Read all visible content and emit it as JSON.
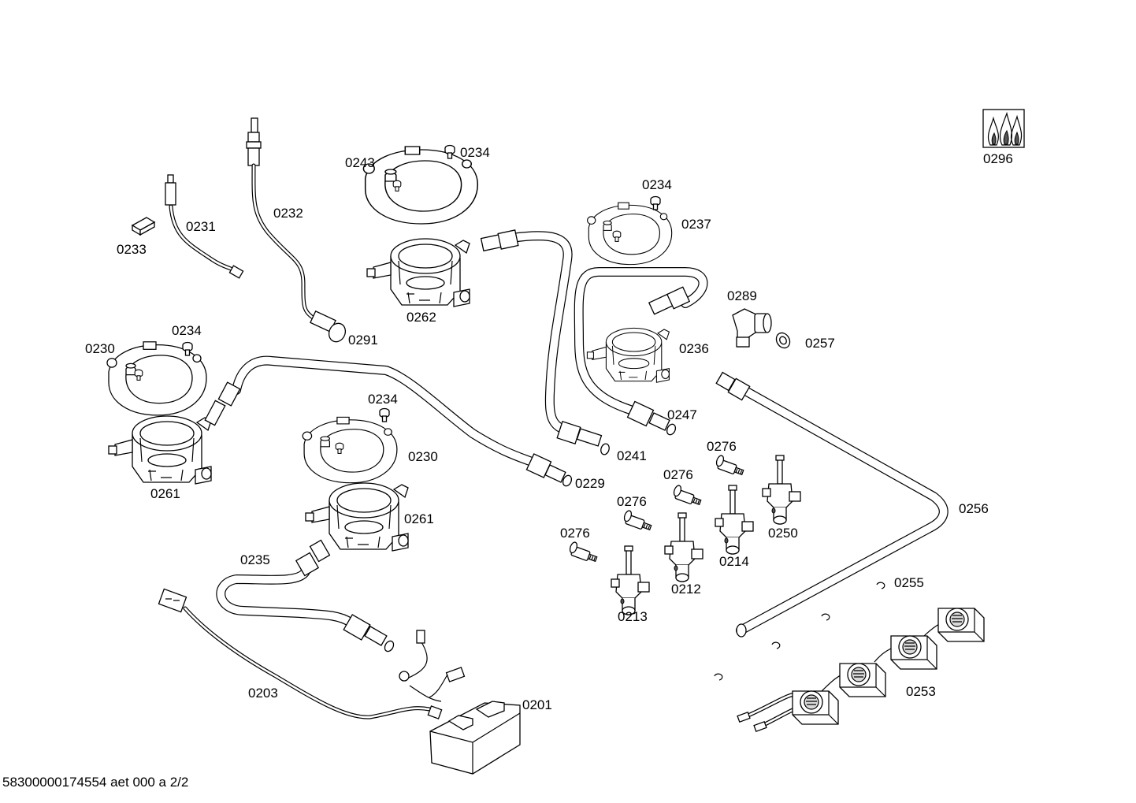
{
  "footer": {
    "text": "58300000174554 aet 000 a 2/2"
  },
  "parts": [
    {
      "id": "lbl-0296",
      "text": "0296"
    },
    {
      "id": "lbl-0234-a",
      "text": "0234"
    },
    {
      "id": "lbl-0243",
      "text": "0243"
    },
    {
      "id": "lbl-0232",
      "text": "0232"
    },
    {
      "id": "lbl-0231",
      "text": "0231"
    },
    {
      "id": "lbl-0233",
      "text": "0233"
    },
    {
      "id": "lbl-0234-b",
      "text": "0234"
    },
    {
      "id": "lbl-0237",
      "text": "0237"
    },
    {
      "id": "lbl-0289",
      "text": "0289"
    },
    {
      "id": "lbl-0262",
      "text": "0262"
    },
    {
      "id": "lbl-0291",
      "text": "0291"
    },
    {
      "id": "lbl-0257",
      "text": "0257"
    },
    {
      "id": "lbl-0236",
      "text": "0236"
    },
    {
      "id": "lbl-0234-c",
      "text": "0234"
    },
    {
      "id": "lbl-0230-a",
      "text": "0230"
    },
    {
      "id": "lbl-0247",
      "text": "0247"
    },
    {
      "id": "lbl-0234-d",
      "text": "0234"
    },
    {
      "id": "lbl-0241",
      "text": "0241"
    },
    {
      "id": "lbl-0230-b",
      "text": "0230"
    },
    {
      "id": "lbl-0276-a",
      "text": "0276"
    },
    {
      "id": "lbl-0229",
      "text": "0229"
    },
    {
      "id": "lbl-0261-a",
      "text": "0261"
    },
    {
      "id": "lbl-0276-b",
      "text": "0276"
    },
    {
      "id": "lbl-0256",
      "text": "0256"
    },
    {
      "id": "lbl-0276-c",
      "text": "0276"
    },
    {
      "id": "lbl-0261-b",
      "text": "0261"
    },
    {
      "id": "lbl-0250",
      "text": "0250"
    },
    {
      "id": "lbl-0276-d",
      "text": "0276"
    },
    {
      "id": "lbl-0214",
      "text": "0214"
    },
    {
      "id": "lbl-0235",
      "text": "0235"
    },
    {
      "id": "lbl-0212",
      "text": "0212"
    },
    {
      "id": "lbl-0255",
      "text": "0255"
    },
    {
      "id": "lbl-0213",
      "text": "0213"
    },
    {
      "id": "lbl-0203",
      "text": "0203"
    },
    {
      "id": "lbl-0253",
      "text": "0253"
    },
    {
      "id": "lbl-0201",
      "text": "0201"
    }
  ]
}
